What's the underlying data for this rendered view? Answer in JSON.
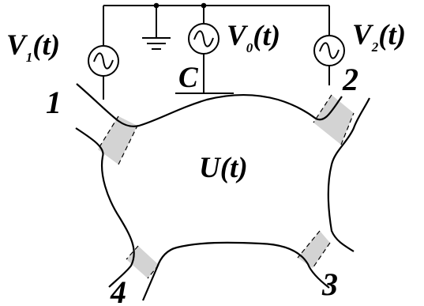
{
  "sources": {
    "v1": {
      "main": "V",
      "sub": "1",
      "arg": "(t)"
    },
    "v0": {
      "main": "V",
      "sub": "0",
      "arg": "(t)"
    },
    "v2": {
      "main": "V",
      "sub": "2",
      "arg": "(t)"
    }
  },
  "capacitor_label": "C",
  "dot_potential_label": "U(t)",
  "leads": {
    "lead1": "1",
    "lead2": "2",
    "lead3": "3",
    "lead4": "4"
  },
  "colors": {
    "barrier": "#d3d3d3",
    "line": "#000000",
    "background": "#ffffff"
  },
  "icons": [
    "ac-source-icon",
    "ground-icon"
  ]
}
